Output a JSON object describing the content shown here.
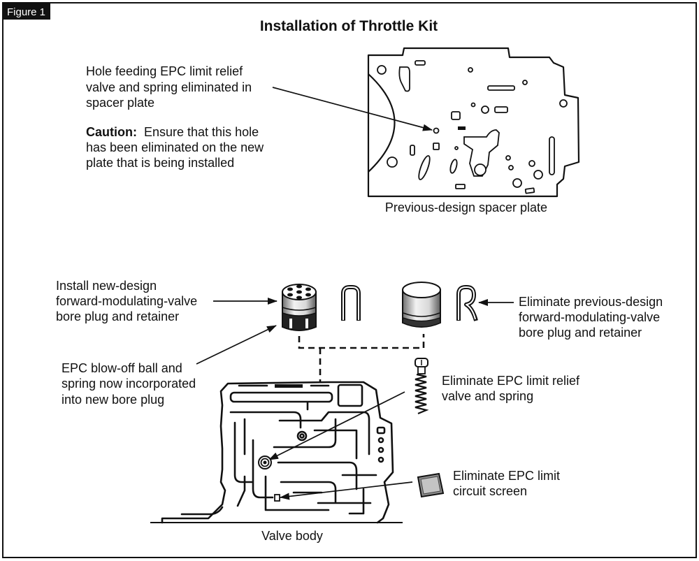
{
  "figure": {
    "label": "Figure 1",
    "title": "Installation of Throttle Kit"
  },
  "spacer_plate_callout": {
    "lines": [
      "Hole feeding EPC limit relief",
      "valve and spring eliminated in",
      "spacer plate"
    ]
  },
  "caution_callout": {
    "label": "Caution:",
    "lines": [
      "Ensure that this hole",
      "has been eliminated on the new",
      "plate that is being installed"
    ]
  },
  "spacer_plate_label": "Previous-design spacer plate",
  "new_plug_callout": {
    "lines": [
      "Install new-design",
      "forward-modulating-valve",
      "bore plug and retainer"
    ]
  },
  "previous_plug_callout": {
    "lines": [
      "Eliminate previous-design",
      "forward-modulating-valve",
      "bore plug and retainer"
    ]
  },
  "blow_off_callout": {
    "lines": [
      "EPC blow-off ball and",
      "spring now incorporated",
      "into new bore plug"
    ]
  },
  "relief_valve_callout": {
    "lines": [
      "Eliminate EPC limit relief",
      "valve and spring"
    ]
  },
  "screen_callout": {
    "lines": [
      "Eliminate EPC limit",
      "circuit screen"
    ]
  },
  "valve_body_label": "Valve body"
}
